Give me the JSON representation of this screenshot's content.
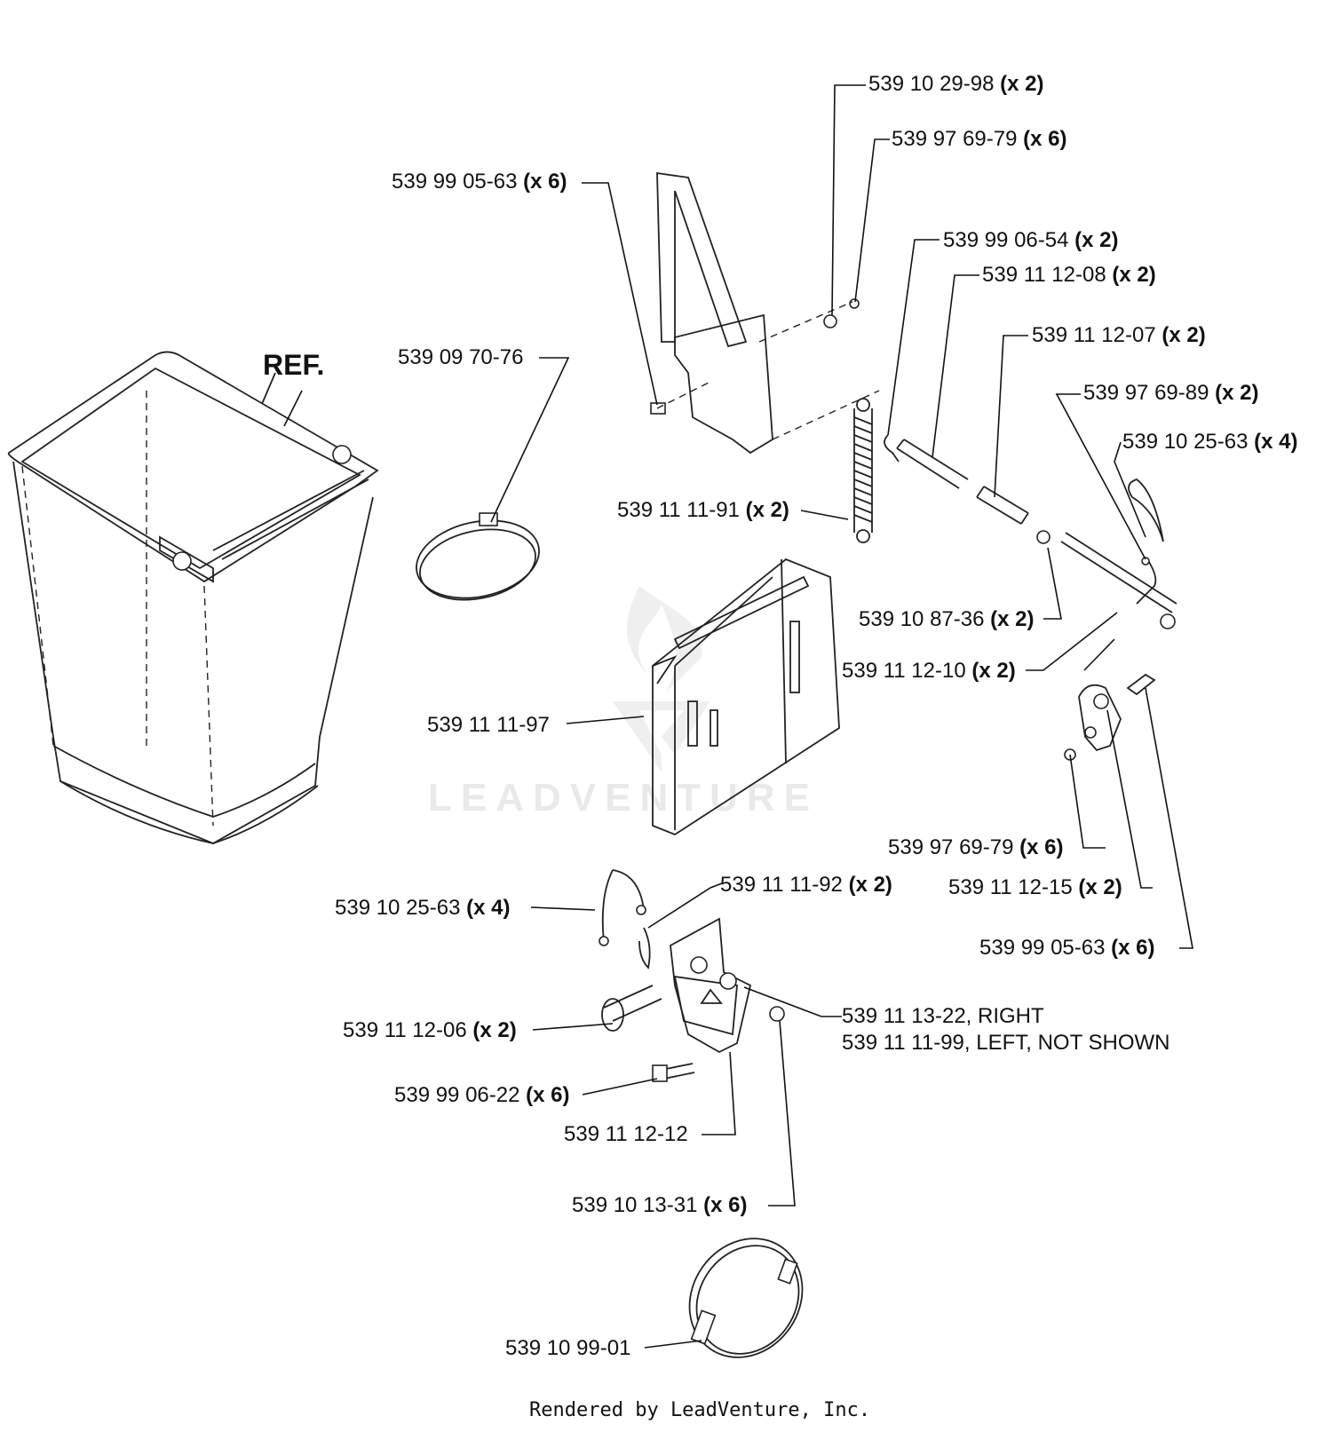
{
  "ref_label": "REF.",
  "watermark": "LEADVENTURE",
  "footer": "Rendered by LeadVenture, Inc.",
  "labels": [
    {
      "id": "l1",
      "part": "539 10 29-98",
      "qty": "(x 2)"
    },
    {
      "id": "l2",
      "part": "539 97 69-79",
      "qty": "(x 6)"
    },
    {
      "id": "l3",
      "part": "539 99 05-63",
      "qty": "(x 6)"
    },
    {
      "id": "l4",
      "part": "539 99 06-54",
      "qty": "(x 2)"
    },
    {
      "id": "l5",
      "part": "539 11 12-08",
      "qty": "(x 2)"
    },
    {
      "id": "l6",
      "part": "539 11 12-07",
      "qty": "(x 2)"
    },
    {
      "id": "l7",
      "part": "539 09 70-76",
      "qty": ""
    },
    {
      "id": "l8",
      "part": "539 97 69-89",
      "qty": "(x 2)"
    },
    {
      "id": "l9",
      "part": "539 10 25-63",
      "qty": "(x 4)"
    },
    {
      "id": "l10",
      "part": "539 11 11-91",
      "qty": "(x 2)"
    },
    {
      "id": "l11",
      "part": "539 10 87-36",
      "qty": "(x 2)"
    },
    {
      "id": "l12",
      "part": "539 11 12-10",
      "qty": "(x 2)"
    },
    {
      "id": "l13",
      "part": "539 11 11-97",
      "qty": ""
    },
    {
      "id": "l14",
      "part": "539 97 69-79",
      "qty": "(x 6)"
    },
    {
      "id": "l15",
      "part": "539 11 11-92",
      "qty": "(x 2)"
    },
    {
      "id": "l16",
      "part": "539 10 25-63",
      "qty": "(x 4)"
    },
    {
      "id": "l17",
      "part": "539 11 12-15",
      "qty": "(x 2)"
    },
    {
      "id": "l18",
      "part": "539 99 05-63",
      "qty": "(x 6)"
    },
    {
      "id": "l19",
      "part": "539 11 13-22, RIGHT",
      "qty": ""
    },
    {
      "id": "l20",
      "part": "539 11 11-99, LEFT, NOT SHOWN",
      "qty": ""
    },
    {
      "id": "l21",
      "part": "539 11 12-06",
      "qty": "(x 2)"
    },
    {
      "id": "l22",
      "part": "539 99 06-22",
      "qty": "(x 6)"
    },
    {
      "id": "l23",
      "part": "539 11 12-12",
      "qty": ""
    },
    {
      "id": "l24",
      "part": "539 10 13-31",
      "qty": "(x 6)"
    },
    {
      "id": "l25",
      "part": "539 10 99-01",
      "qty": ""
    }
  ]
}
